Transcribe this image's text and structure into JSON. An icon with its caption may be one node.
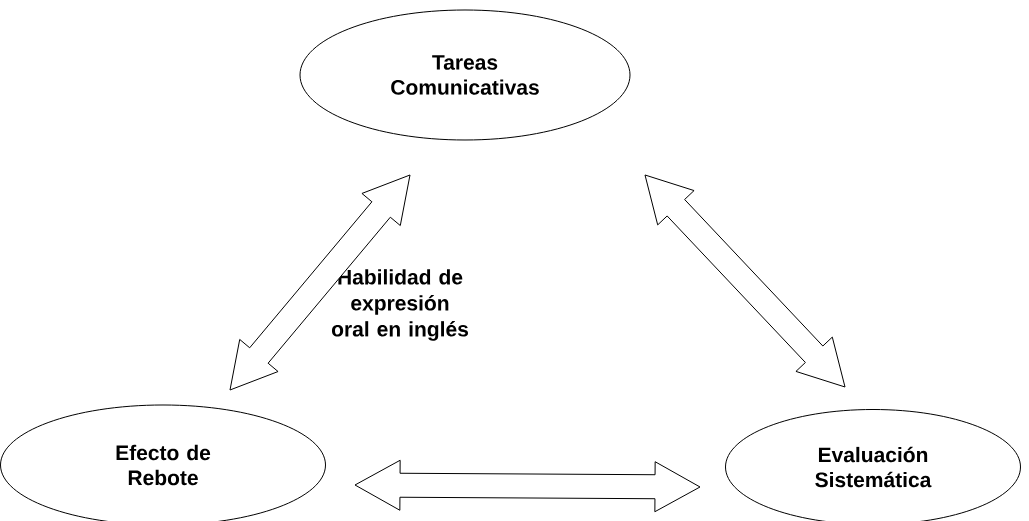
{
  "diagram": {
    "nodes": [
      {
        "text": [
          "Tareas Comunicativas"
        ]
      },
      {
        "text": [
          "Efecto de Rebote"
        ]
      },
      {
        "text": [
          "Evaluación Sistemática"
        ]
      }
    ],
    "edges": [
      {
        "from": 1,
        "to": 0,
        "arrow": "both"
      },
      {
        "from": 0,
        "to": 2,
        "arrow": "both"
      },
      {
        "from": 1,
        "to": 2,
        "arrow": "both"
      }
    ],
    "labels": [
      "Habilidad de expresión oral en inglés"
    ]
  }
}
